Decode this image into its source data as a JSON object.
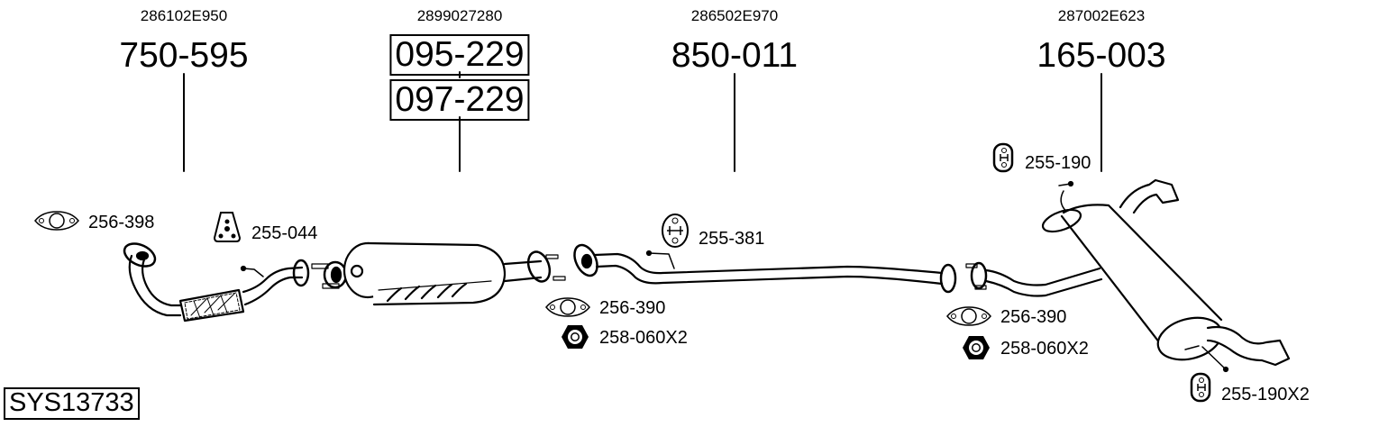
{
  "diagram": {
    "system_code": "SYS13733",
    "main_parts": [
      {
        "oe_number": "286102E950",
        "part_number": "750-595",
        "boxed": false
      },
      {
        "oe_number": "2899027280",
        "part_number": "095-229",
        "alt_part_number": "097-229",
        "boxed": true
      },
      {
        "oe_number": "286502E970",
        "part_number": "850-011",
        "boxed": false
      },
      {
        "oe_number": "287002E623",
        "part_number": "165-003",
        "boxed": false
      }
    ],
    "accessories": [
      {
        "id": "gasket-front",
        "icon": "gasket-icon",
        "label": "256-398"
      },
      {
        "id": "hanger-front",
        "icon": "rubber-hanger-triangle-icon",
        "label": "255-044"
      },
      {
        "id": "hanger-middle",
        "icon": "rubber-hanger-ring-icon",
        "label": "255-381"
      },
      {
        "id": "gasket-cat",
        "icon": "gasket-icon",
        "label": "256-390"
      },
      {
        "id": "nut-cat",
        "icon": "hex-nut-icon",
        "label": "258-060X2"
      },
      {
        "id": "hanger-rear-top",
        "icon": "rubber-hanger-oval-icon",
        "label": "255-190"
      },
      {
        "id": "gasket-rear",
        "icon": "gasket-icon",
        "label": "256-390"
      },
      {
        "id": "nut-rear",
        "icon": "hex-nut-icon",
        "label": "258-060X2"
      },
      {
        "id": "hanger-rear-bottom",
        "icon": "rubber-hanger-oval-icon",
        "label": "255-190X2"
      }
    ],
    "colors": {
      "line": "#000000",
      "background": "#ffffff"
    }
  }
}
